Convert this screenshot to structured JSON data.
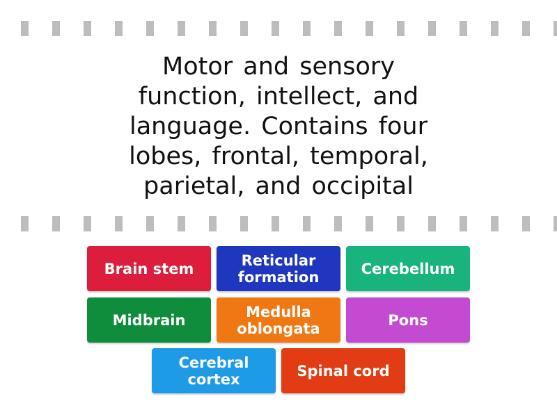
{
  "question": {
    "text": "Motor and sensory function, intellect, and language. Contains four lobes, frontal, temporal, parietal, and occipital"
  },
  "answers": [
    {
      "label": "Brain stem",
      "color": "#dc1e3c"
    },
    {
      "label": "Reticular formation",
      "color": "#1e37be"
    },
    {
      "label": "Cerebellum",
      "color": "#19b47d"
    },
    {
      "label": "Midbrain",
      "color": "#0f8c3c"
    },
    {
      "label": "Medulla oblongata",
      "color": "#f07814"
    },
    {
      "label": "Pons",
      "color": "#c34bd2"
    },
    {
      "label": "Cerebral cortex",
      "color": "#1e9be6"
    },
    {
      "label": "Spinal cord",
      "color": "#e13c14"
    }
  ],
  "colors": {
    "dash": "#bdbdbd",
    "background": "#ffffff",
    "text": "#111111"
  }
}
